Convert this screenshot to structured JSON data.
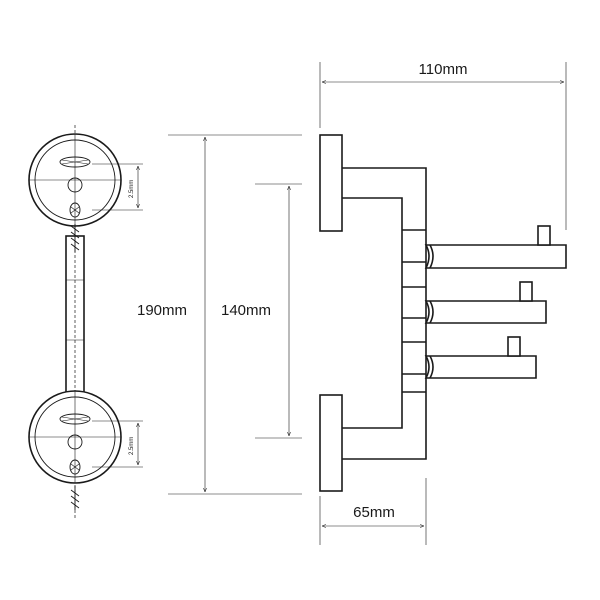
{
  "dimensions": {
    "overall_width": "110mm",
    "overall_height": "190mm",
    "hook_span": "140mm",
    "base_depth": "65mm",
    "top_plate_hole_spacing": "2.5mm",
    "bottom_plate_hole_spacing": "2.5mm"
  },
  "colors": {
    "line": "#1a1a1a",
    "background": "#ffffff"
  }
}
